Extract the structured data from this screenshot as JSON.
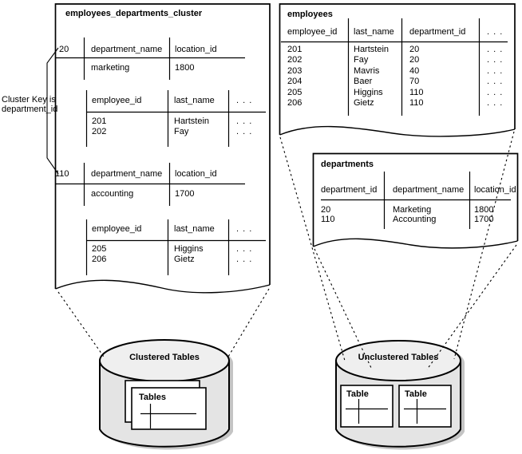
{
  "figure": {
    "cluster_box": {
      "title": "employees_departments_cluster",
      "cluster_key_note": {
        "line1": "Cluster Key is",
        "line2": "department_id"
      },
      "section1": {
        "key": "20",
        "dept_col1": "department_name",
        "dept_col2": "location_id",
        "dept_val1": "marketing",
        "dept_val2": "1800",
        "emp_col1": "employee_id",
        "emp_col2": "last_name",
        "emp_col3": ". . .",
        "rows": [
          {
            "id": "201",
            "name": "Hartstein",
            "more": ". . ."
          },
          {
            "id": "202",
            "name": "Fay",
            "more": ". . ."
          }
        ]
      },
      "section2": {
        "key": "110",
        "dept_col1": "department_name",
        "dept_col2": "location_id",
        "dept_val1": "accounting",
        "dept_val2": "1700",
        "emp_col1": "employee_id",
        "emp_col2": "last_name",
        "emp_col3": ". . .",
        "rows": [
          {
            "id": "205",
            "name": "Higgins",
            "more": ". . ."
          },
          {
            "id": "206",
            "name": "Gietz",
            "more": ". . ."
          }
        ]
      }
    },
    "employees_table": {
      "title": "employees",
      "col1": "employee_id",
      "col2": "last_name",
      "col3": "department_id",
      "col4": ". . .",
      "rows": [
        {
          "id": "201",
          "name": "Hartstein",
          "dept": "20",
          "more": ". . ."
        },
        {
          "id": "202",
          "name": "Fay",
          "dept": "20",
          "more": ". . ."
        },
        {
          "id": "203",
          "name": "Mavris",
          "dept": "40",
          "more": ". . ."
        },
        {
          "id": "204",
          "name": "Baer",
          "dept": "70",
          "more": ". . ."
        },
        {
          "id": "205",
          "name": "Higgins",
          "dept": "110",
          "more": ". . ."
        },
        {
          "id": "206",
          "name": "Gietz",
          "dept": "110",
          "more": ". . ."
        }
      ]
    },
    "departments_table": {
      "title": "departments",
      "col1": "department_id",
      "col2": "department_name",
      "col3": "location_id",
      "rows": [
        {
          "id": "20",
          "name": "Marketing",
          "loc": "1800"
        },
        {
          "id": "110",
          "name": "Accounting",
          "loc": "1700"
        }
      ]
    },
    "clustered_storage": {
      "label": "Clustered Tables",
      "page_label": "Tables"
    },
    "unclustered_storage": {
      "label": "Unclustered Tables",
      "table1_label": "Table",
      "table2_label": "Table"
    },
    "colors": {
      "stroke": "#000000",
      "cylinder_body": "#e4e4e4",
      "cylinder_top": "#efefef",
      "cylinder_shadow": "#c4c4c4"
    }
  }
}
